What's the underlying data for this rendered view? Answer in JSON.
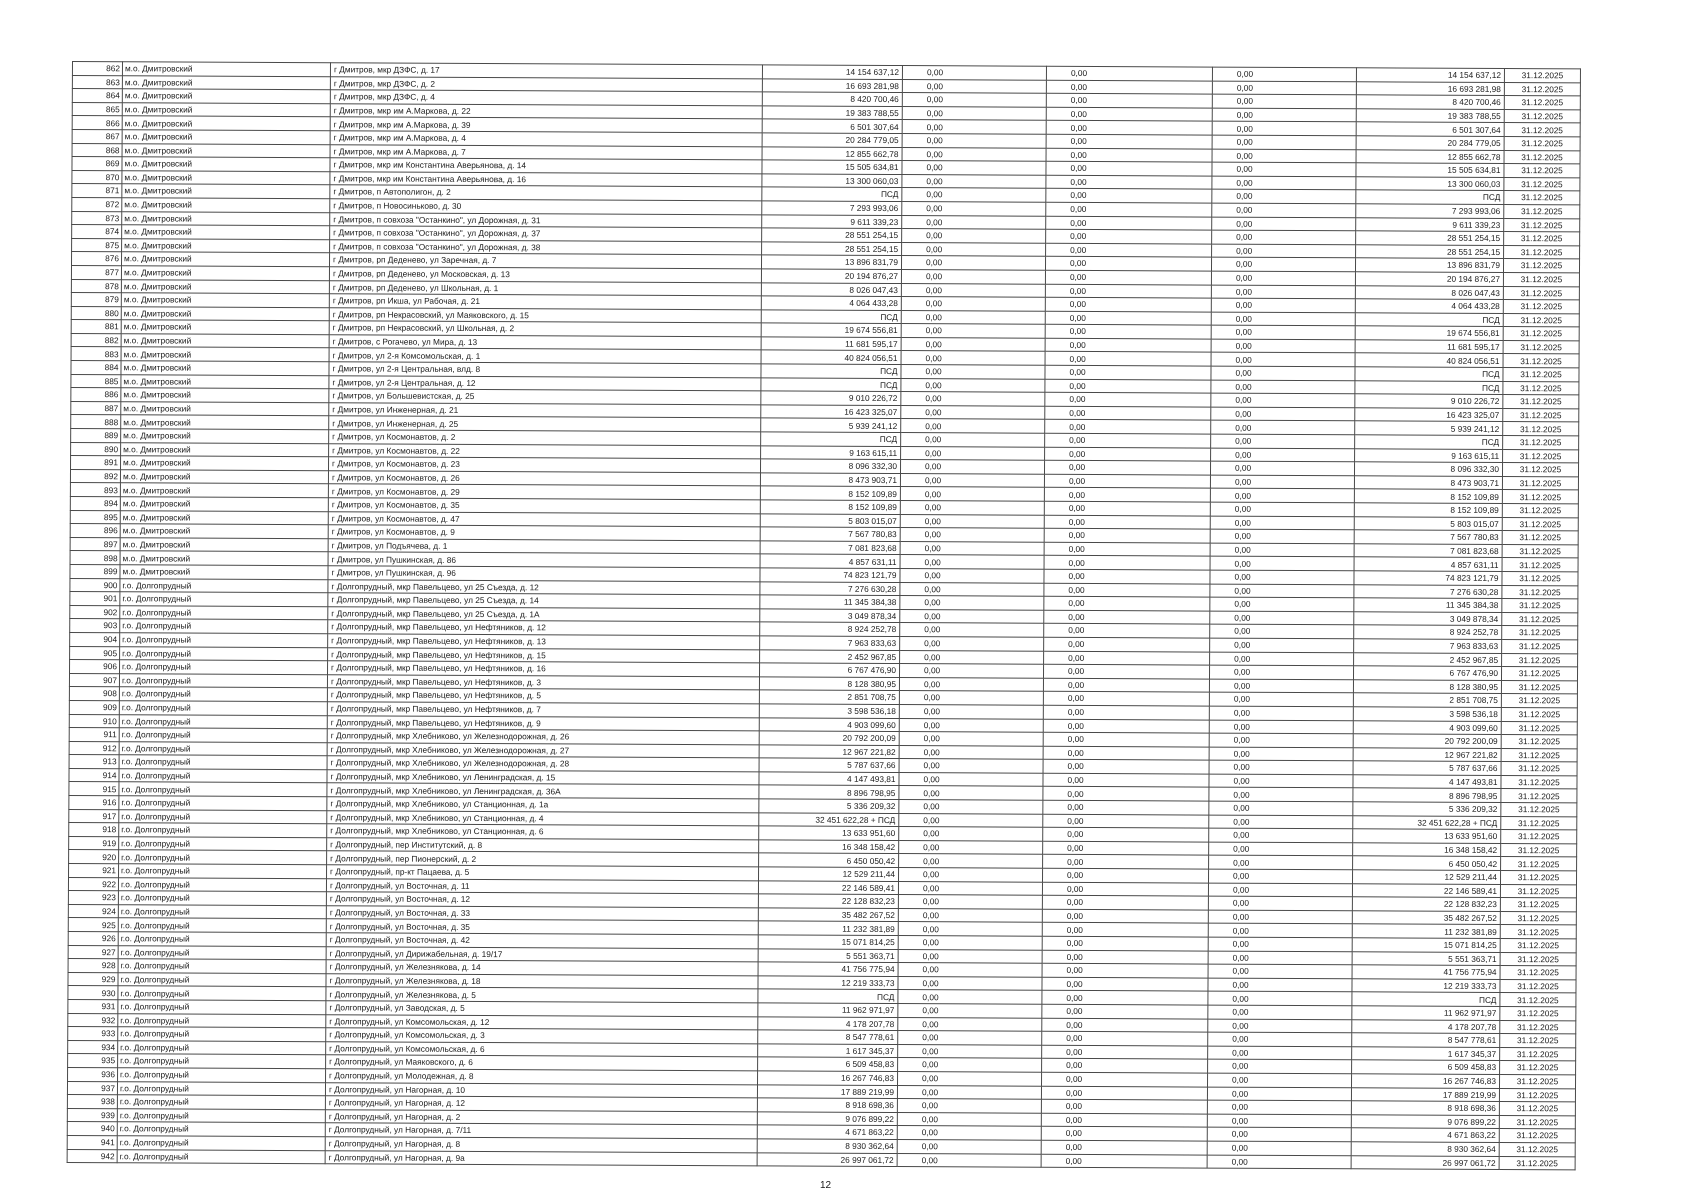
{
  "page_number": "12",
  "table": {
    "rows": [
      [
        "862",
        "м.о. Дмитровский",
        "г Дмитров, мкр ДЗФС, д. 17",
        "14 154 637,12",
        "0,00",
        "0,00",
        "0,00",
        "14 154 637,12",
        "31.12.2025"
      ],
      [
        "863",
        "м.о. Дмитровский",
        "г Дмитров, мкр ДЗФС, д. 2",
        "16 693 281,98",
        "0,00",
        "0,00",
        "0,00",
        "16 693 281,98",
        "31.12.2025"
      ],
      [
        "864",
        "м.о. Дмитровский",
        "г Дмитров, мкр ДЗФС, д. 4",
        "8 420 700,46",
        "0,00",
        "0,00",
        "0,00",
        "8 420 700,46",
        "31.12.2025"
      ],
      [
        "865",
        "м.о. Дмитровский",
        "г Дмитров, мкр им А.Маркова, д. 22",
        "19 383 788,55",
        "0,00",
        "0,00",
        "0,00",
        "19 383 788,55",
        "31.12.2025"
      ],
      [
        "866",
        "м.о. Дмитровский",
        "г Дмитров, мкр им А.Маркова, д. 39",
        "6 501 307,64",
        "0,00",
        "0,00",
        "0,00",
        "6 501 307,64",
        "31.12.2025"
      ],
      [
        "867",
        "м.о. Дмитровский",
        "г Дмитров, мкр им А.Маркова, д. 4",
        "20 284 779,05",
        "0,00",
        "0,00",
        "0,00",
        "20 284 779,05",
        "31.12.2025"
      ],
      [
        "868",
        "м.о. Дмитровский",
        "г Дмитров, мкр им А.Маркова, д. 7",
        "12 855 662,78",
        "0,00",
        "0,00",
        "0,00",
        "12 855 662,78",
        "31.12.2025"
      ],
      [
        "869",
        "м.о. Дмитровский",
        "г Дмитров, мкр им Константина Аверьянова, д. 14",
        "15 505 634,81",
        "0,00",
        "0,00",
        "0,00",
        "15 505 634,81",
        "31.12.2025"
      ],
      [
        "870",
        "м.о. Дмитровский",
        "г Дмитров, мкр им Константина Аверьянова, д. 16",
        "13 300 060,03",
        "0,00",
        "0,00",
        "0,00",
        "13 300 060,03",
        "31.12.2025"
      ],
      [
        "871",
        "м.о. Дмитровский",
        "г Дмитров, п Автополигон, д. 2",
        "ПСД",
        "0,00",
        "0,00",
        "0,00",
        "ПСД",
        "31.12.2025"
      ],
      [
        "872",
        "м.о. Дмитровский",
        "г Дмитров, п Новосиньково, д. 30",
        "7 293 993,06",
        "0,00",
        "0,00",
        "0,00",
        "7 293 993,06",
        "31.12.2025"
      ],
      [
        "873",
        "м.о. Дмитровский",
        "г Дмитров, п совхоза \"Останкино\", ул Дорожная, д. 31",
        "9 611 339,23",
        "0,00",
        "0,00",
        "0,00",
        "9 611 339,23",
        "31.12.2025"
      ],
      [
        "874",
        "м.о. Дмитровский",
        "г Дмитров, п совхоза \"Останкино\", ул Дорожная, д. 37",
        "28 551 254,15",
        "0,00",
        "0,00",
        "0,00",
        "28 551 254,15",
        "31.12.2025"
      ],
      [
        "875",
        "м.о. Дмитровский",
        "г Дмитров, п совхоза \"Останкино\", ул Дорожная, д. 38",
        "28 551 254,15",
        "0,00",
        "0,00",
        "0,00",
        "28 551 254,15",
        "31.12.2025"
      ],
      [
        "876",
        "м.о. Дмитровский",
        "г Дмитров, рп Деденево, ул Заречная, д. 7",
        "13 896 831,79",
        "0,00",
        "0,00",
        "0,00",
        "13 896 831,79",
        "31.12.2025"
      ],
      [
        "877",
        "м.о. Дмитровский",
        "г Дмитров, рп Деденево, ул Московская, д. 13",
        "20 194 876,27",
        "0,00",
        "0,00",
        "0,00",
        "20 194 876,27",
        "31.12.2025"
      ],
      [
        "878",
        "м.о. Дмитровский",
        "г Дмитров, рп Деденево, ул Школьная, д. 1",
        "8 026 047,43",
        "0,00",
        "0,00",
        "0,00",
        "8 026 047,43",
        "31.12.2025"
      ],
      [
        "879",
        "м.о. Дмитровский",
        "г Дмитров, рп Икша, ул Рабочая, д. 21",
        "4 064 433,28",
        "0,00",
        "0,00",
        "0,00",
        "4 064 433,28",
        "31.12.2025"
      ],
      [
        "880",
        "м.о. Дмитровский",
        "г Дмитров, рп Некрасовский, ул Маяковского, д. 15",
        "ПСД",
        "0,00",
        "0,00",
        "0,00",
        "ПСД",
        "31.12.2025"
      ],
      [
        "881",
        "м.о. Дмитровский",
        "г Дмитров, рп Некрасовский, ул Школьная, д. 2",
        "19 674 556,81",
        "0,00",
        "0,00",
        "0,00",
        "19 674 556,81",
        "31.12.2025"
      ],
      [
        "882",
        "м.о. Дмитровский",
        "г Дмитров, с Рогачево, ул Мира, д. 13",
        "11 681 595,17",
        "0,00",
        "0,00",
        "0,00",
        "11 681 595,17",
        "31.12.2025"
      ],
      [
        "883",
        "м.о. Дмитровский",
        "г Дмитров, ул 2-я Комсомольская, д. 1",
        "40 824 056,51",
        "0,00",
        "0,00",
        "0,00",
        "40 824 056,51",
        "31.12.2025"
      ],
      [
        "884",
        "м.о. Дмитровский",
        "г Дмитров, ул 2-я Центральная, влд. 8",
        "ПСД",
        "0,00",
        "0,00",
        "0,00",
        "ПСД",
        "31.12.2025"
      ],
      [
        "885",
        "м.о. Дмитровский",
        "г Дмитров, ул 2-я Центральная, д. 12",
        "ПСД",
        "0,00",
        "0,00",
        "0,00",
        "ПСД",
        "31.12.2025"
      ],
      [
        "886",
        "м.о. Дмитровский",
        "г Дмитров, ул Большевистская, д. 25",
        "9 010 226,72",
        "0,00",
        "0,00",
        "0,00",
        "9 010 226,72",
        "31.12.2025"
      ],
      [
        "887",
        "м.о. Дмитровский",
        "г Дмитров, ул Инженерная, д. 21",
        "16 423 325,07",
        "0,00",
        "0,00",
        "0,00",
        "16 423 325,07",
        "31.12.2025"
      ],
      [
        "888",
        "м.о. Дмитровский",
        "г Дмитров, ул Инженерная, д. 25",
        "5 939 241,12",
        "0,00",
        "0,00",
        "0,00",
        "5 939 241,12",
        "31.12.2025"
      ],
      [
        "889",
        "м.о. Дмитровский",
        "г Дмитров, ул Космонавтов, д. 2",
        "ПСД",
        "0,00",
        "0,00",
        "0,00",
        "ПСД",
        "31.12.2025"
      ],
      [
        "890",
        "м.о. Дмитровский",
        "г Дмитров, ул Космонавтов, д. 22",
        "9 163 615,11",
        "0,00",
        "0,00",
        "0,00",
        "9 163 615,11",
        "31.12.2025"
      ],
      [
        "891",
        "м.о. Дмитровский",
        "г Дмитров, ул Космонавтов, д. 23",
        "8 096 332,30",
        "0,00",
        "0,00",
        "0,00",
        "8 096 332,30",
        "31.12.2025"
      ],
      [
        "892",
        "м.о. Дмитровский",
        "г Дмитров, ул Космонавтов, д. 26",
        "8 473 903,71",
        "0,00",
        "0,00",
        "0,00",
        "8 473 903,71",
        "31.12.2025"
      ],
      [
        "893",
        "м.о. Дмитровский",
        "г Дмитров, ул Космонавтов, д. 29",
        "8 152 109,89",
        "0,00",
        "0,00",
        "0,00",
        "8 152 109,89",
        "31.12.2025"
      ],
      [
        "894",
        "м.о. Дмитровский",
        "г Дмитров, ул Космонавтов, д. 35",
        "8 152 109,89",
        "0,00",
        "0,00",
        "0,00",
        "8 152 109,89",
        "31.12.2025"
      ],
      [
        "895",
        "м.о. Дмитровский",
        "г Дмитров, ул Космонавтов, д. 47",
        "5 803 015,07",
        "0,00",
        "0,00",
        "0,00",
        "5 803 015,07",
        "31.12.2025"
      ],
      [
        "896",
        "м.о. Дмитровский",
        "г Дмитров, ул Космонавтов, д. 9",
        "7 567 780,83",
        "0,00",
        "0,00",
        "0,00",
        "7 567 780,83",
        "31.12.2025"
      ],
      [
        "897",
        "м.о. Дмитровский",
        "г Дмитров, ул Подъячева, д. 1",
        "7 081 823,68",
        "0,00",
        "0,00",
        "0,00",
        "7 081 823,68",
        "31.12.2025"
      ],
      [
        "898",
        "м.о. Дмитровский",
        "г Дмитров, ул Пушкинская, д. 86",
        "4 857 631,11",
        "0,00",
        "0,00",
        "0,00",
        "4 857 631,11",
        "31.12.2025"
      ],
      [
        "899",
        "м.о. Дмитровский",
        "г Дмитров, ул Пушкинская, д. 96",
        "74 823 121,79",
        "0,00",
        "0,00",
        "0,00",
        "74 823 121,79",
        "31.12.2025"
      ],
      [
        "900",
        "г.о. Долгопрудный",
        "г Долгопрудный, мкр Павельцево, ул 25 Съезда, д. 12",
        "7 276 630,28",
        "0,00",
        "0,00",
        "0,00",
        "7 276 630,28",
        "31.12.2025"
      ],
      [
        "901",
        "г.о. Долгопрудный",
        "г Долгопрудный, мкр Павельцево, ул 25 Съезда, д. 14",
        "11 345 384,38",
        "0,00",
        "0,00",
        "0,00",
        "11 345 384,38",
        "31.12.2025"
      ],
      [
        "902",
        "г.о. Долгопрудный",
        "г Долгопрудный, мкр Павельцево, ул 25 Съезда, д. 1А",
        "3 049 878,34",
        "0,00",
        "0,00",
        "0,00",
        "3 049 878,34",
        "31.12.2025"
      ],
      [
        "903",
        "г.о. Долгопрудный",
        "г Долгопрудный, мкр Павельцево, ул Нефтяников, д. 12",
        "8 924 252,78",
        "0,00",
        "0,00",
        "0,00",
        "8 924 252,78",
        "31.12.2025"
      ],
      [
        "904",
        "г.о. Долгопрудный",
        "г Долгопрудный, мкр Павельцево, ул Нефтяников, д. 13",
        "7 963 833,63",
        "0,00",
        "0,00",
        "0,00",
        "7 963 833,63",
        "31.12.2025"
      ],
      [
        "905",
        "г.о. Долгопрудный",
        "г Долгопрудный, мкр Павельцево, ул Нефтяников, д. 15",
        "2 452 967,85",
        "0,00",
        "0,00",
        "0,00",
        "2 452 967,85",
        "31.12.2025"
      ],
      [
        "906",
        "г.о. Долгопрудный",
        "г Долгопрудный, мкр Павельцево, ул Нефтяников, д. 16",
        "6 767 476,90",
        "0,00",
        "0,00",
        "0,00",
        "6 767 476,90",
        "31.12.2025"
      ],
      [
        "907",
        "г.о. Долгопрудный",
        "г Долгопрудный, мкр Павельцево, ул Нефтяников, д. 3",
        "8 128 380,95",
        "0,00",
        "0,00",
        "0,00",
        "8 128 380,95",
        "31.12.2025"
      ],
      [
        "908",
        "г.о. Долгопрудный",
        "г Долгопрудный, мкр Павельцево, ул Нефтяников, д. 5",
        "2 851 708,75",
        "0,00",
        "0,00",
        "0,00",
        "2 851 708,75",
        "31.12.2025"
      ],
      [
        "909",
        "г.о. Долгопрудный",
        "г Долгопрудный, мкр Павельцево, ул Нефтяников, д. 7",
        "3 598 536,18",
        "0,00",
        "0,00",
        "0,00",
        "3 598 536,18",
        "31.12.2025"
      ],
      [
        "910",
        "г.о. Долгопрудный",
        "г Долгопрудный, мкр Павельцево, ул Нефтяников, д. 9",
        "4 903 099,60",
        "0,00",
        "0,00",
        "0,00",
        "4 903 099,60",
        "31.12.2025"
      ],
      [
        "911",
        "г.о. Долгопрудный",
        "г Долгопрудный, мкр Хлебниково, ул Железнодорожная, д. 26",
        "20 792 200,09",
        "0,00",
        "0,00",
        "0,00",
        "20 792 200,09",
        "31.12.2025"
      ],
      [
        "912",
        "г.о. Долгопрудный",
        "г Долгопрудный, мкр Хлебниково, ул Железнодорожная, д. 27",
        "12 967 221,82",
        "0,00",
        "0,00",
        "0,00",
        "12 967 221,82",
        "31.12.2025"
      ],
      [
        "913",
        "г.о. Долгопрудный",
        "г Долгопрудный, мкр Хлебниково, ул Железнодорожная, д. 28",
        "5 787 637,66",
        "0,00",
        "0,00",
        "0,00",
        "5 787 637,66",
        "31.12.2025"
      ],
      [
        "914",
        "г.о. Долгопрудный",
        "г Долгопрудный, мкр Хлебниково, ул Ленинградская, д. 15",
        "4 147 493,81",
        "0,00",
        "0,00",
        "0,00",
        "4 147 493,81",
        "31.12.2025"
      ],
      [
        "915",
        "г.о. Долгопрудный",
        "г Долгопрудный, мкр Хлебниково, ул Ленинградская, д. 36А",
        "8 896 798,95",
        "0,00",
        "0,00",
        "0,00",
        "8 896 798,95",
        "31.12.2025"
      ],
      [
        "916",
        "г.о. Долгопрудный",
        "г Долгопрудный, мкр Хлебниково, ул Станционная, д. 1а",
        "5 336 209,32",
        "0,00",
        "0,00",
        "0,00",
        "5 336 209,32",
        "31.12.2025"
      ],
      [
        "917",
        "г.о. Долгопрудный",
        "г Долгопрудный, мкр Хлебниково, ул Станционная, д. 4",
        "32 451 622,28 + ПСД",
        "0,00",
        "0,00",
        "0,00",
        "32 451 622,28 + ПСД",
        "31.12.2025"
      ],
      [
        "918",
        "г.о. Долгопрудный",
        "г Долгопрудный, мкр Хлебниково, ул Станционная, д. 6",
        "13 633 951,60",
        "0,00",
        "0,00",
        "0,00",
        "13 633 951,60",
        "31.12.2025"
      ],
      [
        "919",
        "г.о. Долгопрудный",
        "г Долгопрудный, пер Институтский, д. 8",
        "16 348 158,42",
        "0,00",
        "0,00",
        "0,00",
        "16 348 158,42",
        "31.12.2025"
      ],
      [
        "920",
        "г.о. Долгопрудный",
        "г Долгопрудный, пер Пионерский, д. 2",
        "6 450 050,42",
        "0,00",
        "0,00",
        "0,00",
        "6 450 050,42",
        "31.12.2025"
      ],
      [
        "921",
        "г.о. Долгопрудный",
        "г Долгопрудный, пр-кт Пацаева, д. 5",
        "12 529 211,44",
        "0,00",
        "0,00",
        "0,00",
        "12 529 211,44",
        "31.12.2025"
      ],
      [
        "922",
        "г.о. Долгопрудный",
        "г Долгопрудный, ул Восточная, д. 11",
        "22 146 589,41",
        "0,00",
        "0,00",
        "0,00",
        "22 146 589,41",
        "31.12.2025"
      ],
      [
        "923",
        "г.о. Долгопрудный",
        "г Долгопрудный, ул Восточная, д. 12",
        "22 128 832,23",
        "0,00",
        "0,00",
        "0,00",
        "22 128 832,23",
        "31.12.2025"
      ],
      [
        "924",
        "г.о. Долгопрудный",
        "г Долгопрудный, ул Восточная, д. 33",
        "35 482 267,52",
        "0,00",
        "0,00",
        "0,00",
        "35 482 267,52",
        "31.12.2025"
      ],
      [
        "925",
        "г.о. Долгопрудный",
        "г Долгопрудный, ул Восточная, д. 35",
        "11 232 381,89",
        "0,00",
        "0,00",
        "0,00",
        "11 232 381,89",
        "31.12.2025"
      ],
      [
        "926",
        "г.о. Долгопрудный",
        "г Долгопрудный, ул Восточная, д. 42",
        "15 071 814,25",
        "0,00",
        "0,00",
        "0,00",
        "15 071 814,25",
        "31.12.2025"
      ],
      [
        "927",
        "г.о. Долгопрудный",
        "г Долгопрудный, ул Дирижабельная, д. 19/17",
        "5 551 363,71",
        "0,00",
        "0,00",
        "0,00",
        "5 551 363,71",
        "31.12.2025"
      ],
      [
        "928",
        "г.о. Долгопрудный",
        "г Долгопрудный, ул Железнякова, д. 14",
        "41 756 775,94",
        "0,00",
        "0,00",
        "0,00",
        "41 756 775,94",
        "31.12.2025"
      ],
      [
        "929",
        "г.о. Долгопрудный",
        "г Долгопрудный, ул Железнякова, д. 18",
        "12 219 333,73",
        "0,00",
        "0,00",
        "0,00",
        "12 219 333,73",
        "31.12.2025"
      ],
      [
        "930",
        "г.о. Долгопрудный",
        "г Долгопрудный, ул Железнякова, д. 5",
        "ПСД",
        "0,00",
        "0,00",
        "0,00",
        "ПСД",
        "31.12.2025"
      ],
      [
        "931",
        "г.о. Долгопрудный",
        "г Долгопрудный, ул Заводская, д. 5",
        "11 962 971,97",
        "0,00",
        "0,00",
        "0,00",
        "11 962 971,97",
        "31.12.2025"
      ],
      [
        "932",
        "г.о. Долгопрудный",
        "г Долгопрудный, ул Комсомольская, д. 12",
        "4 178 207,78",
        "0,00",
        "0,00",
        "0,00",
        "4 178 207,78",
        "31.12.2025"
      ],
      [
        "933",
        "г.о. Долгопрудный",
        "г Долгопрудный, ул Комсомольская, д. 3",
        "8 547 778,61",
        "0,00",
        "0,00",
        "0,00",
        "8 547 778,61",
        "31.12.2025"
      ],
      [
        "934",
        "г.о. Долгопрудный",
        "г Долгопрудный, ул Комсомольская, д. 6",
        "1 617 345,37",
        "0,00",
        "0,00",
        "0,00",
        "1 617 345,37",
        "31.12.2025"
      ],
      [
        "935",
        "г.о. Долгопрудный",
        "г Долгопрудный, ул Маяковского, д. 6",
        "6 509 458,83",
        "0,00",
        "0,00",
        "0,00",
        "6 509 458,83",
        "31.12.2025"
      ],
      [
        "936",
        "г.о. Долгопрудный",
        "г Долгопрудный, ул Молодежная, д. 8",
        "16 267 746,83",
        "0,00",
        "0,00",
        "0,00",
        "16 267 746,83",
        "31.12.2025"
      ],
      [
        "937",
        "г.о. Долгопрудный",
        "г Долгопрудный, ул Нагорная, д. 10",
        "17 889 219,99",
        "0,00",
        "0,00",
        "0,00",
        "17 889 219,99",
        "31.12.2025"
      ],
      [
        "938",
        "г.о. Долгопрудный",
        "г Долгопрудный, ул Нагорная, д. 12",
        "8 918 698,36",
        "0,00",
        "0,00",
        "0,00",
        "8 918 698,36",
        "31.12.2025"
      ],
      [
        "939",
        "г.о. Долгопрудный",
        "г Долгопрудный, ул Нагорная, д. 2",
        "9 076 899,22",
        "0,00",
        "0,00",
        "0,00",
        "9 076 899,22",
        "31.12.2025"
      ],
      [
        "940",
        "г.о. Долгопрудный",
        "г Долгопрудный, ул Нагорная, д. 7/11",
        "4 671 863,22",
        "0,00",
        "0,00",
        "0,00",
        "4 671 863,22",
        "31.12.2025"
      ],
      [
        "941",
        "г.о. Долгопрудный",
        "г Долгопрудный, ул Нагорная, д. 8",
        "8 930 362,64",
        "0,00",
        "0,00",
        "0,00",
        "8 930 362,64",
        "31.12.2025"
      ],
      [
        "942",
        "г.о. Долгопрудный",
        "г Долгопрудный, ул Нагорная, д. 9а",
        "26 997 061,72",
        "0,00",
        "0,00",
        "0,00",
        "26 997 061,72",
        "31.12.2025"
      ]
    ]
  }
}
